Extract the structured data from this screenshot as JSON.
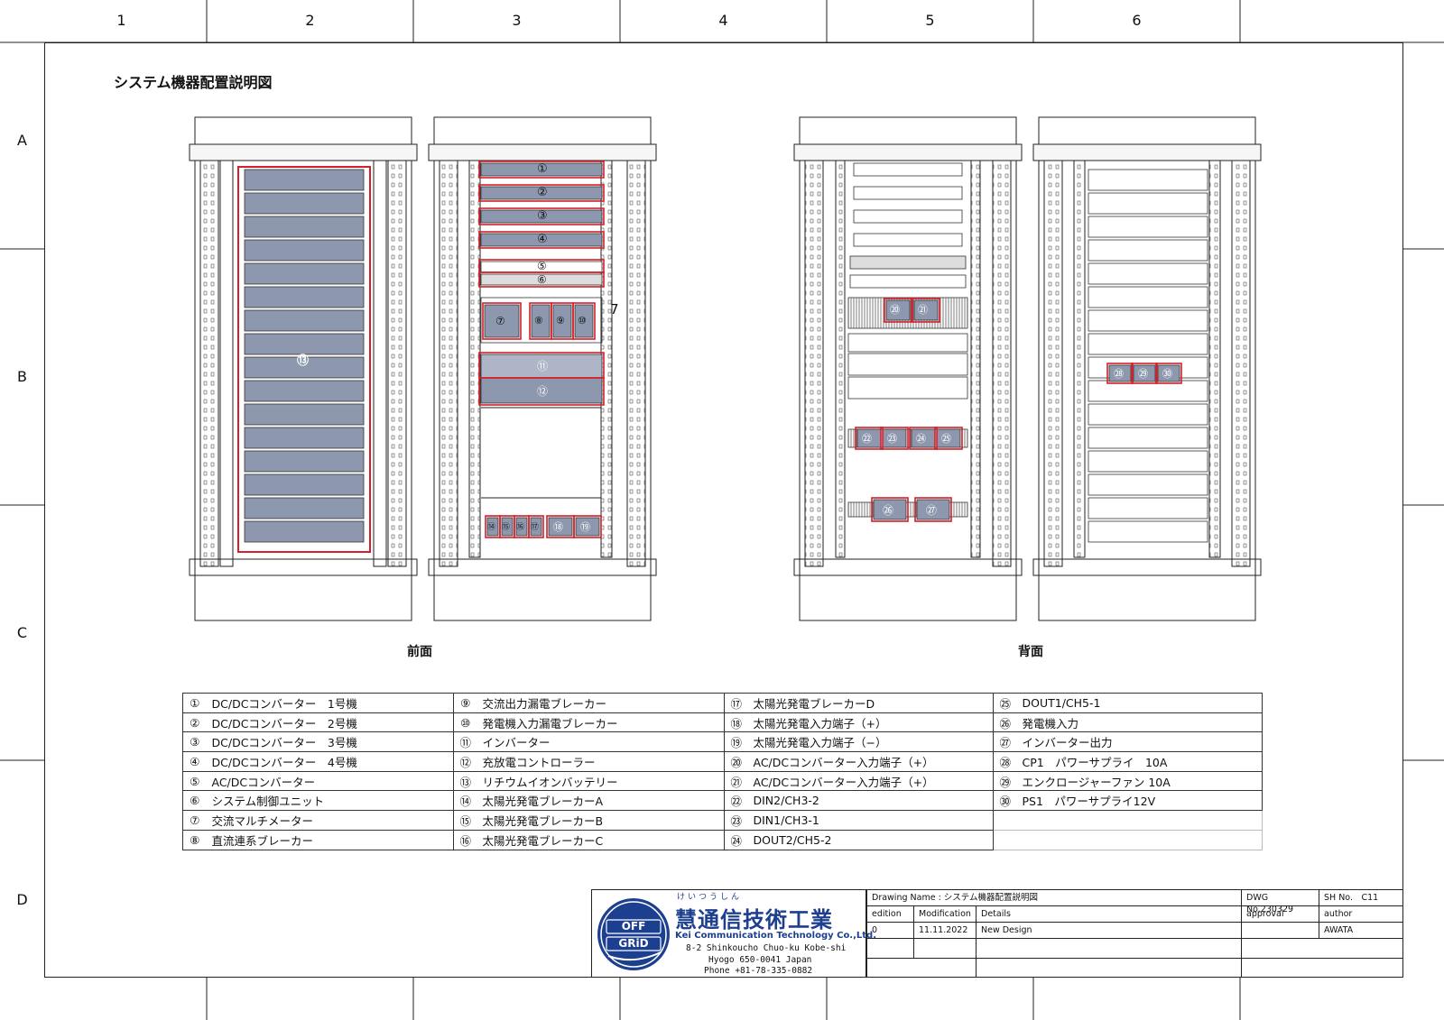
{
  "grid": {
    "columns": [
      "1",
      "2",
      "3",
      "4",
      "5",
      "6"
    ],
    "rows": [
      "A",
      "B",
      "C",
      "D"
    ]
  },
  "drawing_title": "システム機器配置説明図",
  "views": {
    "front": "前面",
    "back": "背面"
  },
  "callouts": {
    "front_right": [
      "①",
      "②",
      "③",
      "④",
      "⑤",
      "⑥",
      "⑦",
      "⑧",
      "⑨",
      "⑩",
      "⑪",
      "⑫",
      "⑭",
      "⑮",
      "⑯",
      "⑰",
      "⑱",
      "⑲"
    ],
    "front_left": "⑬",
    "side_note": "7",
    "back_left": [
      "⑳",
      "㉑",
      "㉒",
      "㉓",
      "㉔",
      "㉕",
      "㉖",
      "㉗"
    ],
    "back_right": [
      "㉘",
      "㉙",
      "㉚"
    ]
  },
  "legend": [
    [
      {
        "num": "①",
        "text": "DC/DCコンバーター　1号機"
      },
      {
        "num": "②",
        "text": "DC/DCコンバーター　2号機"
      },
      {
        "num": "③",
        "text": "DC/DCコンバーター　3号機"
      },
      {
        "num": "④",
        "text": "DC/DCコンバーター　4号機"
      },
      {
        "num": "⑤",
        "text": "AC/DCコンバーター"
      },
      {
        "num": "⑥",
        "text": "システム制御ユニット"
      },
      {
        "num": "⑦",
        "text": "交流マルチメーター"
      },
      {
        "num": "⑧",
        "text": "直流連系ブレーカー"
      }
    ],
    [
      {
        "num": "⑨",
        "text": "交流出力漏電ブレーカー"
      },
      {
        "num": "⑩",
        "text": "発電機入力漏電ブレーカー"
      },
      {
        "num": "⑪",
        "text": "インバーター"
      },
      {
        "num": "⑫",
        "text": "充放電コントローラー"
      },
      {
        "num": "⑬",
        "text": "リチウムイオンバッテリー"
      },
      {
        "num": "⑭",
        "text": "太陽光発電ブレーカーA"
      },
      {
        "num": "⑮",
        "text": "太陽光発電ブレーカーB"
      },
      {
        "num": "⑯",
        "text": "太陽光発電ブレーカーC"
      }
    ],
    [
      {
        "num": "⑰",
        "text": "太陽光発電ブレーカーD"
      },
      {
        "num": "⑱",
        "text": "太陽光発電入力端子（+）"
      },
      {
        "num": "⑲",
        "text": "太陽光発電入力端子（−）"
      },
      {
        "num": "⑳",
        "text": "AC/DCコンバーター入力端子（+）"
      },
      {
        "num": "㉑",
        "text": "AC/DCコンバーター入力端子（+）"
      },
      {
        "num": "㉒",
        "text": "DIN2/CH3-2"
      },
      {
        "num": "㉓",
        "text": "DIN1/CH3-1"
      },
      {
        "num": "㉔",
        "text": "DOUT2/CH5-2"
      }
    ],
    [
      {
        "num": "㉕",
        "text": "DOUT1/CH5-1"
      },
      {
        "num": "㉖",
        "text": "発電機入力"
      },
      {
        "num": "㉗",
        "text": "インバーター出力"
      },
      {
        "num": "㉘",
        "text": "CP1　パワーサプライ　10A"
      },
      {
        "num": "㉙",
        "text": "エンクロージャーファン 10A"
      },
      {
        "num": "㉚",
        "text": "PS1　パワーサプライ12V"
      },
      {
        "num": "",
        "text": ""
      },
      {
        "num": "",
        "text": ""
      }
    ]
  ],
  "title_block": {
    "logo_top": "OFF",
    "logo_bottom": "GRiD",
    "company_furigana": "けいつうしん",
    "company_jp": "慧通信技術工業",
    "company_en": "Kei Communication Technology Co.,Ltd.",
    "address1": "8-2 Shinkoucho Chuo-ku Kobe-shi",
    "address2": "Hyogo 650-0041 Japan",
    "phone": "Phone +81-78-335-0882",
    "drawing_name": "Drawing Name : システム機器配置説明図",
    "dwg_no": "DWG No.230329",
    "sh_no": "SH No.　C11",
    "h_edition": "edition",
    "h_modification": "Modification",
    "h_details": "Details",
    "h_approval": "approval",
    "h_author": "author",
    "edition": "0",
    "modification": "11.11.2022",
    "details": "New Design",
    "author": "AWATA"
  },
  "colors": {
    "line": "#222222",
    "device_fill": "#8d97ad",
    "highlight": "#d4202a",
    "brand": "#1d3f8f"
  }
}
